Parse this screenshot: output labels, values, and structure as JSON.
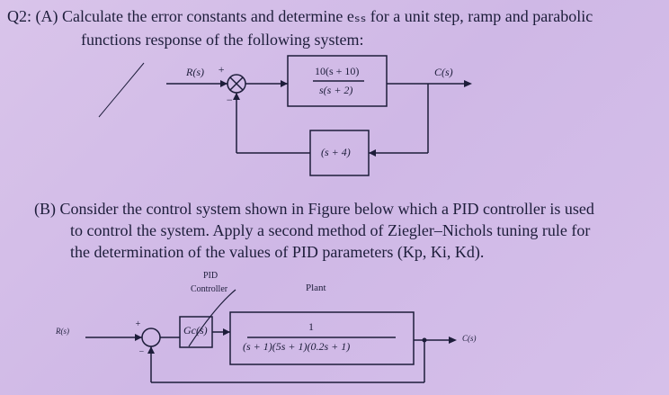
{
  "part_a": {
    "line1": "Q2: (A)  Calculate the error constants and determine eₛₛ for a unit step, ramp and parabolic",
    "line2": "functions response of the following system:",
    "diagram": {
      "input": "R(s)",
      "plus": "+",
      "minus": "−",
      "forward_num": "10(s + 10)",
      "forward_den": "s(s + 2)",
      "output": "C(s)",
      "feedback": "(s + 4)"
    }
  },
  "part_b": {
    "line1": "(B)  Consider the control system shown in Figure below which a PID controller is used",
    "line2": "to control the system. Apply a second method of Ziegler–Nichols tuning rule for",
    "line3": "the determination of the values of PID parameters (Kp, Ki, Kd).",
    "diagram": {
      "pid_label_1": "PID",
      "pid_label_2": "Controller",
      "plant_label": "Plant",
      "input": "R(s)",
      "plus": "+",
      "minus": "−",
      "controller": "Gc(s)",
      "plant_num": "1",
      "plant_den": "(s + 1)(5s + 1)(0.2s + 1)",
      "output": "C(s)"
    }
  }
}
